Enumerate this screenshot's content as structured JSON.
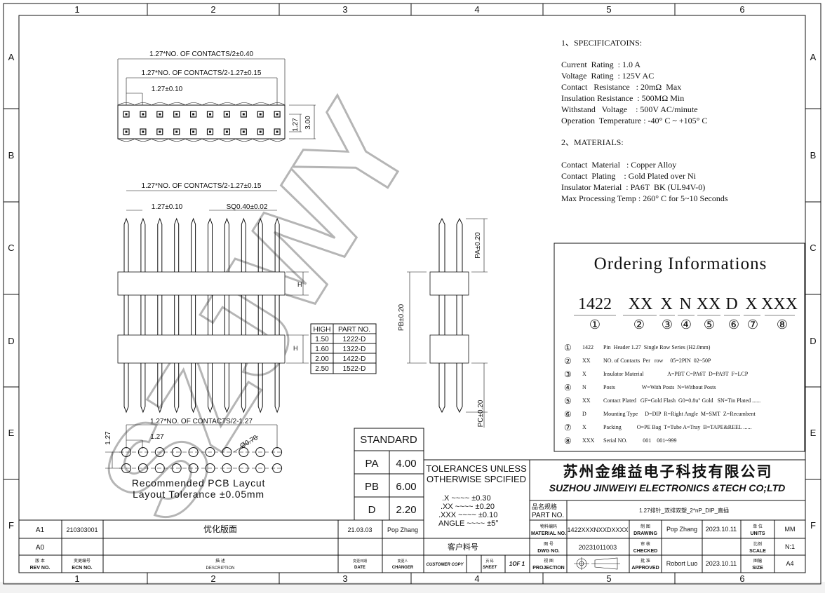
{
  "frame": {
    "columns": [
      "1",
      "2",
      "3",
      "4",
      "5",
      "6"
    ],
    "rows": [
      "A",
      "B",
      "C",
      "D",
      "E",
      "F"
    ]
  },
  "dims": {
    "top_view": [
      "1.27*NO. OF CONTACTS/2±0.40",
      "1.27*NO. OF CONTACTS/2-1.27±0.15",
      "1.27±0.10",
      "1.27",
      "3.00"
    ],
    "front_view": [
      "1.27*NO. OF CONTACTS/2-1.27±0.15",
      "1.27±0.10",
      "SQ0.40±0.02",
      "H",
      "H"
    ],
    "side_view": [
      "PA±0.20",
      "PB±0.20",
      "PC±0.20"
    ],
    "pcb": [
      "1.27*NO. OF CONTACTS/2-1.27",
      "1.27",
      "1.27",
      "Ø0.70"
    ]
  },
  "pcb_note": [
    "Recommended PCB Laycut",
    "Layout Tolerance ±0.05mm"
  ],
  "height_table": {
    "headers": [
      "HIGH",
      "PART NO."
    ],
    "rows": [
      [
        "1.50",
        "1222-D"
      ],
      [
        "1.60",
        "1322-D"
      ],
      [
        "2.00",
        "1422-D"
      ],
      [
        "2.50",
        "1522-D"
      ]
    ]
  },
  "standard_table": {
    "title": "STANDARD",
    "rows": [
      [
        "PA",
        "4.00"
      ],
      [
        "PB",
        "6.00"
      ],
      [
        "D",
        "2.20"
      ]
    ]
  },
  "tolerances": {
    "title": [
      "TOLERANCES UNLESS",
      "OTHERWISE SPCIFIED"
    ],
    "lines": [
      ".X ~~~~ ±0.30",
      ".XX ~~~~ ±0.20",
      ".XXX ~~~~ ±0.10",
      "ANGLE ~~~~ ±5°"
    ]
  },
  "specs": {
    "title1": "1、SPECIFICATOINS:",
    "spec_lines": [
      "Current  Rating  : 1.0 A",
      "Voltage  Rating  : 125V AC",
      "Contact   Resistance   : 20mΩ  Max",
      "Insulation Resistance  : 500MΩ Min",
      "Withstand   Voltage    : 500V AC/minute",
      "Operation  Temperature : -40° C ~ +105° C"
    ],
    "title2": "2、MATERIALS:",
    "material_lines": [
      "Contact  Material   : Copper Alloy",
      "Contact  Plating    : Gold Plated over Ni",
      "Insulator Material  : PA6T  BK (UL94V-0)",
      "Max Processing Temp : 260° C for 5~10 Seconds"
    ]
  },
  "ordering": {
    "title": "Ordering Informations",
    "code_parts": [
      "1422",
      "XX",
      "X",
      "N",
      "XX",
      "D",
      "X",
      "XXX"
    ],
    "code_nums": [
      "①",
      "②",
      "③",
      "④",
      "⑤",
      "⑥",
      "⑦",
      "⑧"
    ],
    "items": [
      [
        "①",
        "1422",
        "Pin  Header 1.27  Single Row Series (H2.0mm)"
      ],
      [
        "②",
        "XX",
        "NO. of Contacts  Per   row     05=2PIN  02~50P"
      ],
      [
        "③",
        "X",
        "Insulator Material                 A=PBT C=PA6T  D=PA9T  F=LCP"
      ],
      [
        "④",
        "N",
        "Posts                   W=With Posts  N=Without Posts"
      ],
      [
        "⑤",
        "XX",
        "Contact Plated   GF=Gold Flash  G0=0.8u\" Gold   SN=Tin Plated ......"
      ],
      [
        "⑥",
        "D",
        "Mounting Type     D=DIP  R=Right Angle  M=SMT  Z=Recumbent"
      ],
      [
        "⑦",
        "X",
        "Packing           O=PE Bag  T=Tube A=Tray  B=TAPE&REEL ......"
      ],
      [
        "⑧",
        "XXX",
        "Serial NO.           001    001~999"
      ]
    ]
  },
  "company": {
    "cn": "苏州金维益电子科技有限公司",
    "en": "SUZHOU JINWEIYI ELECTRONICS &TECH CO;LTD"
  },
  "title_block": {
    "part_name_label_cn": "品名规格",
    "part_name_label_en": "PART NO.",
    "part_name": "1.27排针_双排双塑_2*nP_DIP_直插",
    "material_no_label_cn": "物料编码",
    "material_no_label_en": "MATERIAL NO.",
    "material_no": "1422XXXNXXDXXXX",
    "drawing_label_cn": "制 图",
    "drawing_label_en": "DRAWING",
    "drawing_by": "Pop Zhang",
    "drawing_date": "2023.10.11",
    "units_label_cn": "单 位",
    "units_label_en": "UNITS",
    "units": "MM",
    "dwg_label_cn": "图 号",
    "dwg_label_en": "DWG NO.",
    "dwg_no": "20231011003",
    "checked_label_cn": "审 核",
    "checked_label_en": "CHECKED",
    "scale_label_cn": "比例",
    "scale_label_en": "SCALE",
    "scale": "N:1",
    "customer_part_label": "客户料号",
    "customer_copy": "CUSTOMER COPY",
    "sheet_label_cn": "页 码",
    "sheet_label_en": "SHEET",
    "sheet": "1OF 1",
    "projection_label_cn": "视 图",
    "projection_label_en": "PROJECTION",
    "approved_label_cn": "批 准",
    "approved_label_en": "APPROVED",
    "approved_by": "Robort Luo",
    "approved_date": "2023.10.11",
    "size_label_cn": "图幅",
    "size_label_en": "SIZE",
    "size": "A4"
  },
  "revisions": {
    "rows": [
      [
        "A1",
        "210303001",
        "优化版面",
        "21.03.03",
        "Pop Zhang"
      ],
      [
        "A0",
        "",
        "",
        "",
        ""
      ]
    ],
    "header_cn": [
      "版  本",
      "变更编号",
      "描  述",
      "变更日期",
      "变更人"
    ],
    "header_en": [
      "REV NO.",
      "ECN  NO.",
      "DESCRIPTION",
      "DATE",
      "CHANGER"
    ]
  },
  "watermark": "SZJWY"
}
